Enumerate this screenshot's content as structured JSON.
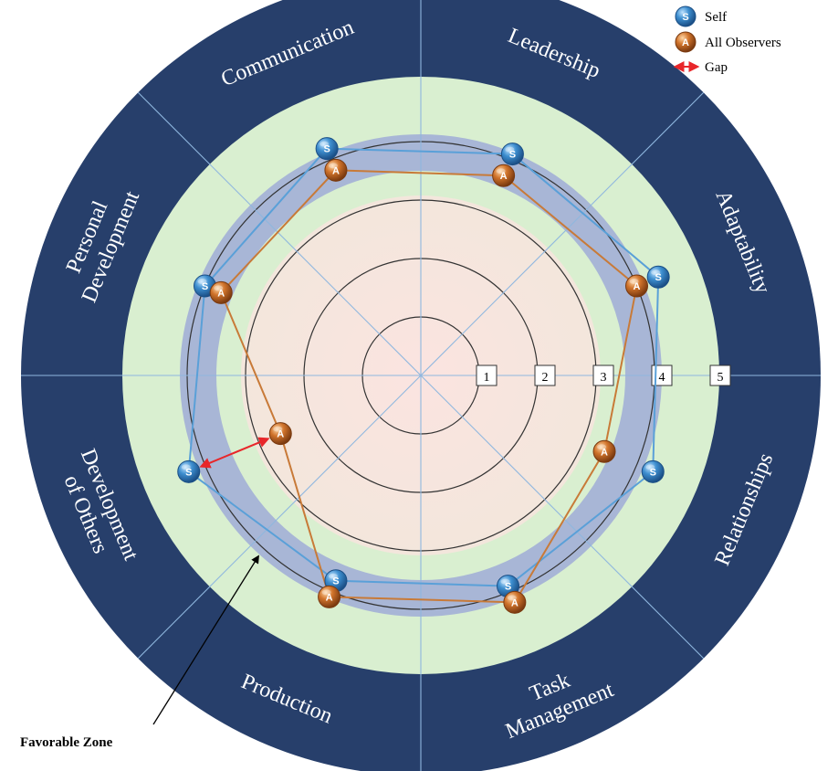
{
  "chart_data": {
    "type": "radar",
    "categories": [
      "Leadership",
      "Adaptability",
      "Relationships",
      "Task Management",
      "Production",
      "Development of Others",
      "Personal Development",
      "Communication"
    ],
    "scale_ticks": [
      "1",
      "2",
      "3",
      "4",
      "5"
    ],
    "rlim": [
      0,
      5
    ],
    "favorable_zone": [
      3.7,
      4.2
    ],
    "series": [
      {
        "name": "Self",
        "marker": "S",
        "values": [
          4.1,
          4.4,
          4.3,
          3.9,
          3.8,
          4.3,
          4.0,
          4.2
        ],
        "color": "#3d8ecf",
        "line_color": "#5aa0d8"
      },
      {
        "name": "All Observers",
        "marker": "A",
        "values": [
          3.7,
          4.0,
          3.4,
          4.2,
          4.1,
          2.6,
          3.7,
          3.8
        ],
        "color": "#c5651f",
        "line_color": "#c87a38"
      }
    ],
    "gap": {
      "category": "Development of Others",
      "label": "Gap"
    },
    "annotations": [
      {
        "text": "Favorable Zone"
      }
    ]
  },
  "segments": [
    {
      "lines": [
        "Leadership"
      ]
    },
    {
      "lines": [
        "Adaptability"
      ]
    },
    {
      "lines": [
        "Relationships"
      ]
    },
    {
      "lines": [
        "Task",
        "Management"
      ]
    },
    {
      "lines": [
        "Production"
      ]
    },
    {
      "lines": [
        "Development",
        "of Others"
      ]
    },
    {
      "lines": [
        "Personal",
        "Development"
      ]
    },
    {
      "lines": [
        "Communication"
      ]
    }
  ],
  "legend": {
    "self": "Self",
    "observers": "All Observers",
    "gap": "Gap"
  },
  "annotation_text": "Favorable Zone",
  "colors": {
    "outer_band": "#273f6b",
    "green_zone": "#d9efd0",
    "inner_pink": "#f8dfdc",
    "favorable_band": "#a8b6d6",
    "gap_arrow": "#e8262a"
  }
}
